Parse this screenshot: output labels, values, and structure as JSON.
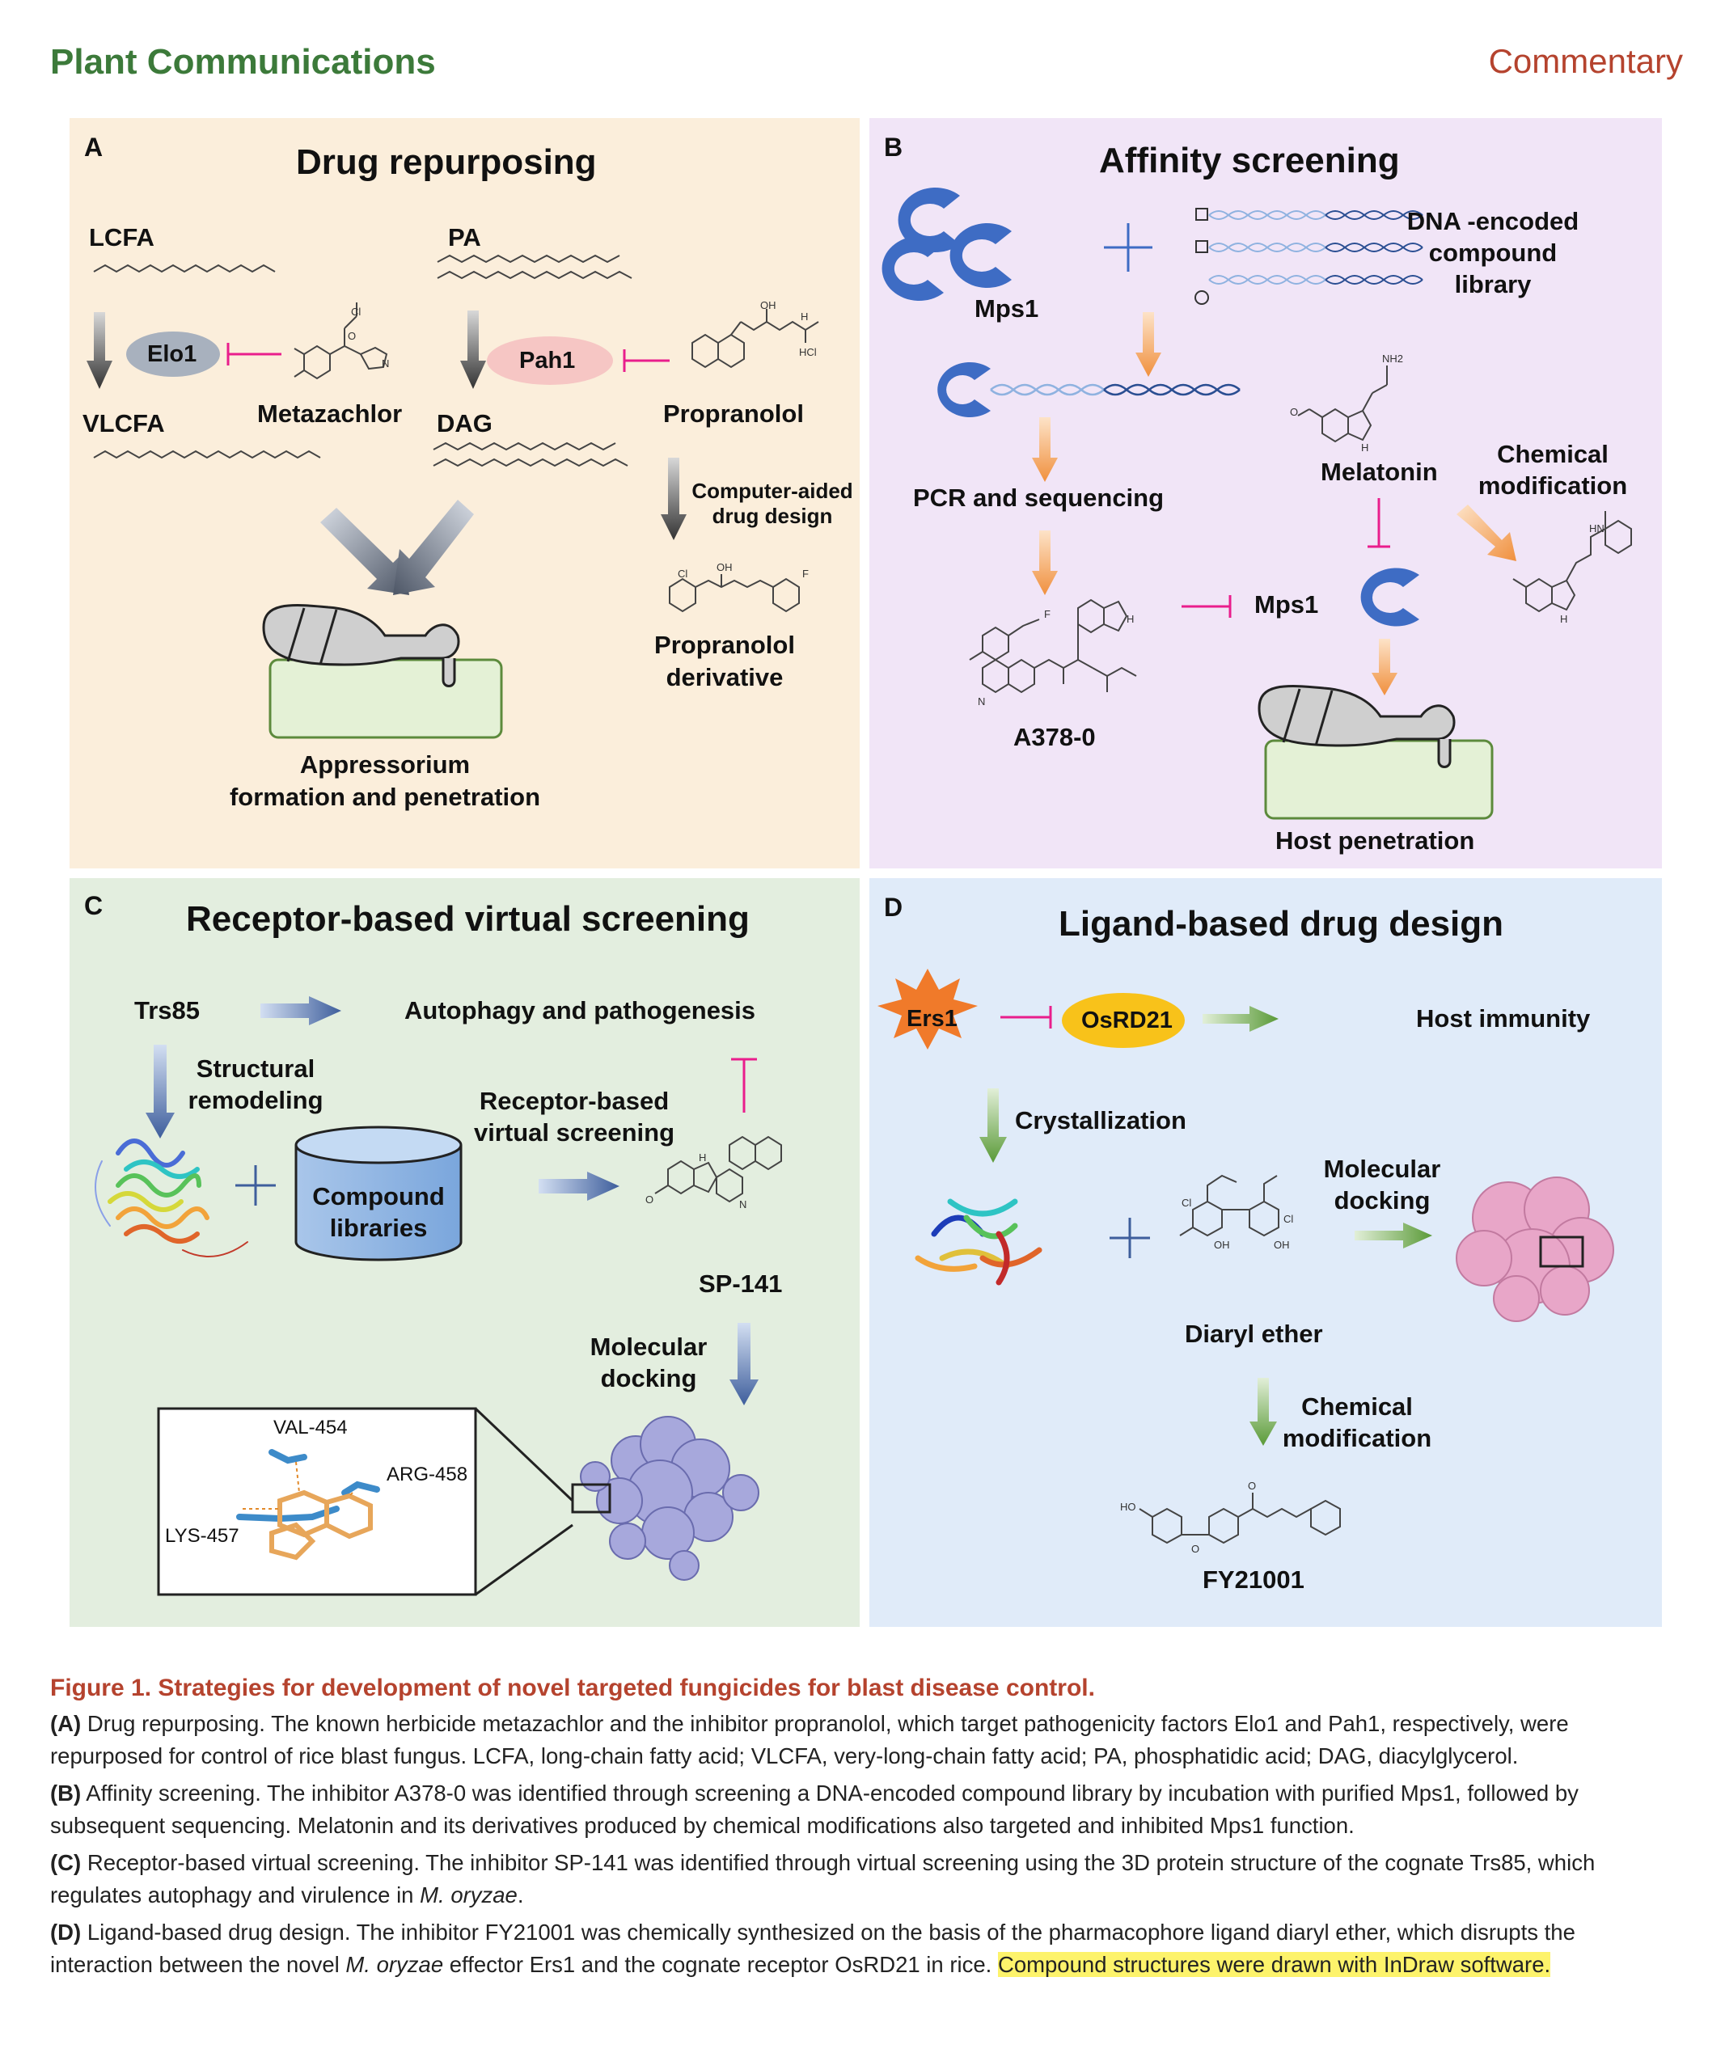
{
  "header": {
    "journal": "Plant Communications",
    "article_type": "Commentary"
  },
  "panels": {
    "a": {
      "letter": "A",
      "title": "Drug repurposing",
      "lcfa": "LCFA",
      "pa": "PA",
      "elo1": "Elo1",
      "pah1": "Pah1",
      "metazachlor": "Metazachlor",
      "propranolol": "Propranolol",
      "vlcfa": "VLCFA",
      "dag": "DAG",
      "cadd_line1": "Computer-aided",
      "cadd_line2": "drug design",
      "prop_deriv_line1": "Propranolol",
      "prop_deriv_line2": "derivative",
      "outcome_line1": "Appressorium",
      "outcome_line2": "formation and penetration",
      "atom_cl": "Cl",
      "atom_o": "O",
      "atom_n": "N",
      "atom_oh": "OH",
      "atom_h": "H",
      "atom_hcl": "HCl",
      "atom_f": "F"
    },
    "b": {
      "letter": "B",
      "title": "Affinity screening",
      "mps1": "Mps1",
      "del_line1": "DNA -encoded",
      "del_line2": "compound",
      "del_line3": "library",
      "pcr": "PCR and sequencing",
      "melatonin": "Melatonin",
      "chem_mod_line1": "Chemical",
      "chem_mod_line2": "modification",
      "mps1_target": "Mps1",
      "a378": "A378-0",
      "host_pen": "Host penetration",
      "atom_nh2": "NH2",
      "atom_hn": "HN",
      "atom_h": "H",
      "atom_n": "N",
      "atom_o": "O",
      "atom_f": "F"
    },
    "c": {
      "letter": "C",
      "title": "Receptor-based virtual screening",
      "trs85": "Trs85",
      "autophagy": "Autophagy and pathogenesis",
      "struct_line1": "Structural",
      "struct_line2": "remodeling",
      "lib_line1": "Compound",
      "lib_line2": "libraries",
      "rvs_line1": "Receptor-based",
      "rvs_line2": "virtual screening",
      "sp141": "SP-141",
      "dock_line1": "Molecular",
      "dock_line2": "docking",
      "val454": "VAL-454",
      "arg458": "ARG-458",
      "lys457": "LYS-457",
      "atom_h": "H",
      "atom_n": "N",
      "atom_o": "O"
    },
    "d": {
      "letter": "D",
      "title": "Ligand-based drug design",
      "ers1": "Ers1",
      "osrd21": "OsRD21",
      "host_imm": "Host immunity",
      "cryst": "Crystallization",
      "dock_line1": "Molecular",
      "dock_line2": "docking",
      "diaryl": "Diaryl ether",
      "chem_mod_line1": "Chemical",
      "chem_mod_line2": "modification",
      "fy21001": "FY21001",
      "atom_ho": "HO",
      "atom_oh": "OH",
      "atom_cl": "Cl",
      "atom_o": "O"
    }
  },
  "caption": {
    "title": "Figure 1. Strategies for development of novel targeted fungicides for blast disease control.",
    "a_label": "(A)",
    "a_text": " Drug repurposing. The known herbicide metazachlor and the inhibitor propranolol, which target pathogenicity factors Elo1 and Pah1, respectively, were repurposed for control of rice blast fungus. LCFA, long-chain fatty acid; VLCFA, very-long-chain fatty acid; PA, phosphatidic acid; DAG, diacylglycerol.",
    "b_label": "(B)",
    "b_text": " Affinity screening. The inhibitor A378-0 was identified through screening a DNA-encoded compound library by incubation with purified Mps1, followed by subsequent sequencing. Melatonin and its derivatives produced by chemical modifications also targeted and inhibited Mps1 function.",
    "c_label": "(C)",
    "c_text": " Receptor-based virtual screening. The inhibitor SP-141 was identified through virtual screening using the 3D protein structure of the cognate Trs85, which regulates autophagy and virulence in ",
    "c_species": "M. oryzae",
    "c_end": ".",
    "d_label": "(D)",
    "d_text1": " Ligand-based drug design. The inhibitor FY21001 was chemically synthesized on the basis of the pharmacophore ligand diaryl ether, which disrupts the interaction between the novel ",
    "d_species": "M. oryzae",
    "d_text2": " effector Ers1 and the cognate receptor OsRD21 in rice. ",
    "d_highlight": "Compound structures were drawn with InDraw software."
  },
  "colors": {
    "panel_a_bg": "#fbeedb",
    "panel_b_bg": "#f1e5f7",
    "panel_c_bg": "#e3eedf",
    "panel_d_bg": "#e0ebf9",
    "magenta_inhibit": "#e91e8c",
    "mps1_blue": "#3e6cc4",
    "orange_arrow": "#f2a35a"
  }
}
